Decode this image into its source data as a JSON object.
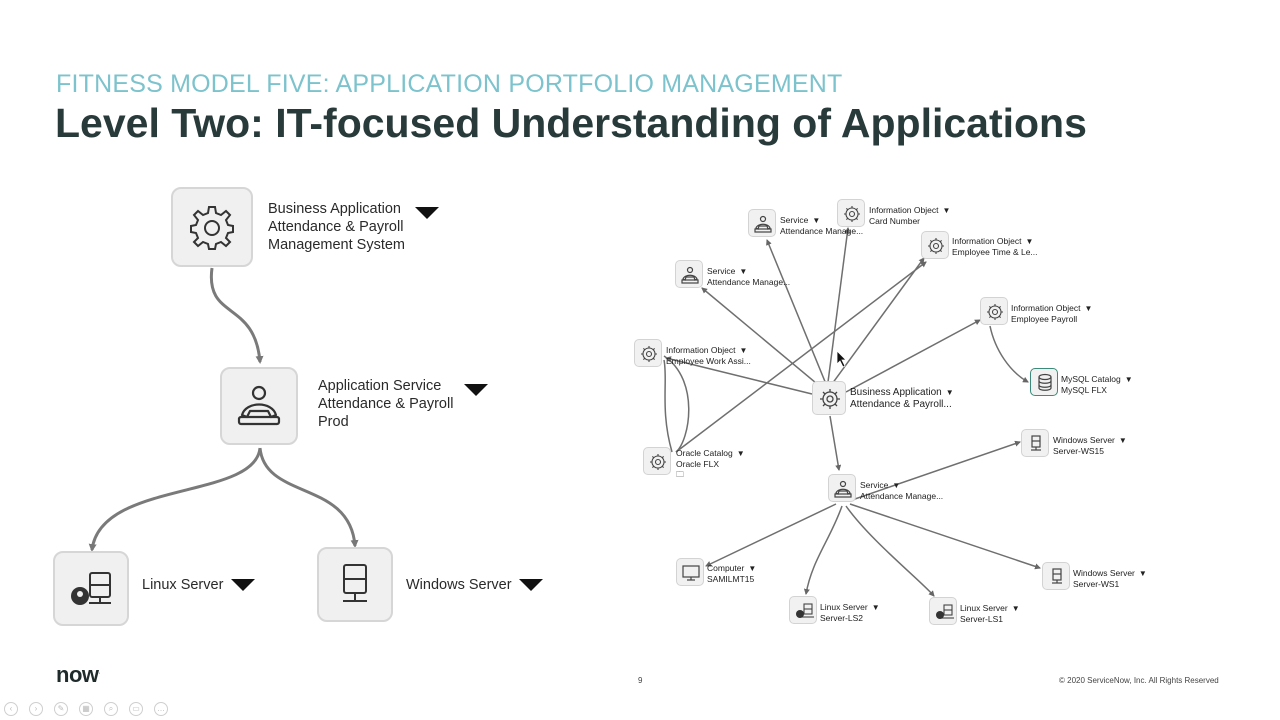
{
  "slide": {
    "subtitle": "FITNESS MODEL FIVE: APPLICATION PORTFOLIO MANAGEMENT",
    "title": "Level Two: IT-focused Understanding of Applications",
    "page_number": "9",
    "copyright": "© 2020 ServiceNow, Inc. All Rights Reserved",
    "logo": "now"
  },
  "left_diagram": {
    "business_app": [
      "Business Application",
      "Attendance & Payroll",
      "Management System"
    ],
    "app_service": [
      "Application Service",
      "Attendance & Payroll",
      "Prod"
    ],
    "linux": "Linux Server",
    "windows": "Windows Server"
  },
  "right_diagram": {
    "svc_top": [
      "Service",
      "Attendance Manage..."
    ],
    "card": [
      "Information Object",
      "Card Number"
    ],
    "emp_time": [
      "Information Object",
      "Employee Time & Le..."
    ],
    "svc_left": [
      "Service",
      "Attendance Manage..."
    ],
    "emp_payroll": [
      "Information Object",
      "Employee Payroll"
    ],
    "emp_work": [
      "Information Object",
      "Employee Work Assi..."
    ],
    "mysql": [
      "MySQL Catalog",
      "MySQL FLX"
    ],
    "biz_app": [
      "Business Application",
      "Attendance & Payroll..."
    ],
    "oracle": [
      "Oracle Catalog",
      "Oracle FLX"
    ],
    "ws15": [
      "Windows Server",
      "Server-WS15"
    ],
    "svc_center": [
      "Service",
      "Attendance Manage..."
    ],
    "computer": [
      "Computer",
      "SAMILMT15"
    ],
    "ws1": [
      "Windows Server",
      "Server-WS1"
    ],
    "ls2": [
      "Linux Server",
      "Server-LS2"
    ],
    "ls1": [
      "Linux Server",
      "Server-LS1"
    ]
  },
  "colors": {
    "accent_teal": "#7cc3cd",
    "title_dark": "#283a3a",
    "connector": "#777777"
  }
}
